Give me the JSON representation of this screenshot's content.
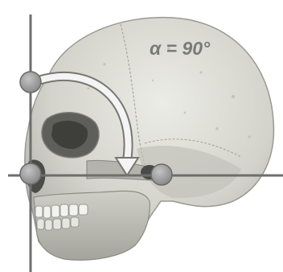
{
  "annotation": {
    "angle_label": "α = 90°"
  },
  "colors": {
    "background": "#ffffff",
    "bone_light": "#e2e2dc",
    "bone_mid": "#bdbdb6",
    "bone_dark": "#8a8a84",
    "line": "#6e6e6e",
    "marker_fill": "#9a9a9a",
    "arrow": "#f4f4f4"
  },
  "icons": {
    "skull": "skull-illustration",
    "marker": "circle-marker",
    "arrow": "curved-arrow"
  }
}
